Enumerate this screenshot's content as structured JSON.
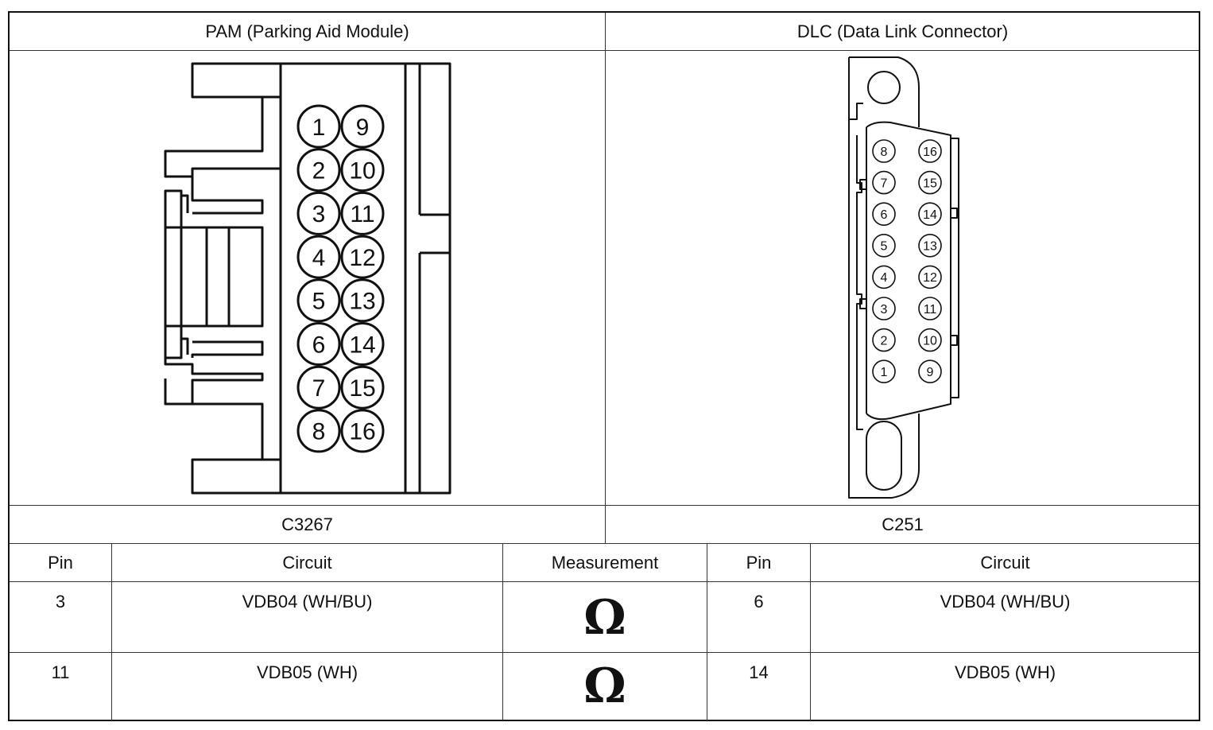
{
  "headers": {
    "pam_title": "PAM (Parking Aid Module)",
    "dlc_title": "DLC (Data Link Connector)"
  },
  "connectors": {
    "pam_id": "C3267",
    "dlc_id": "C251"
  },
  "pam_pins": {
    "left": [
      "1",
      "2",
      "3",
      "4",
      "5",
      "6",
      "7",
      "8"
    ],
    "right": [
      "9",
      "10",
      "11",
      "12",
      "13",
      "14",
      "15",
      "16"
    ]
  },
  "dlc_pins": {
    "left": [
      "8",
      "7",
      "6",
      "5",
      "4",
      "3",
      "2",
      "1"
    ],
    "right": [
      "16",
      "15",
      "14",
      "13",
      "12",
      "11",
      "10",
      "9"
    ]
  },
  "table": {
    "columns": [
      "Pin",
      "Circuit",
      "Measurement",
      "Pin",
      "Circuit"
    ],
    "rows": [
      {
        "pin_a": "3",
        "circuit_a": "VDB04 (WH/BU)",
        "measurement": "Ω",
        "pin_b": "6",
        "circuit_b": "VDB04 (WH/BU)"
      },
      {
        "pin_a": "11",
        "circuit_a": "VDB05 (WH)",
        "measurement": "Ω",
        "pin_b": "14",
        "circuit_b": "VDB05 (WH)"
      }
    ]
  }
}
